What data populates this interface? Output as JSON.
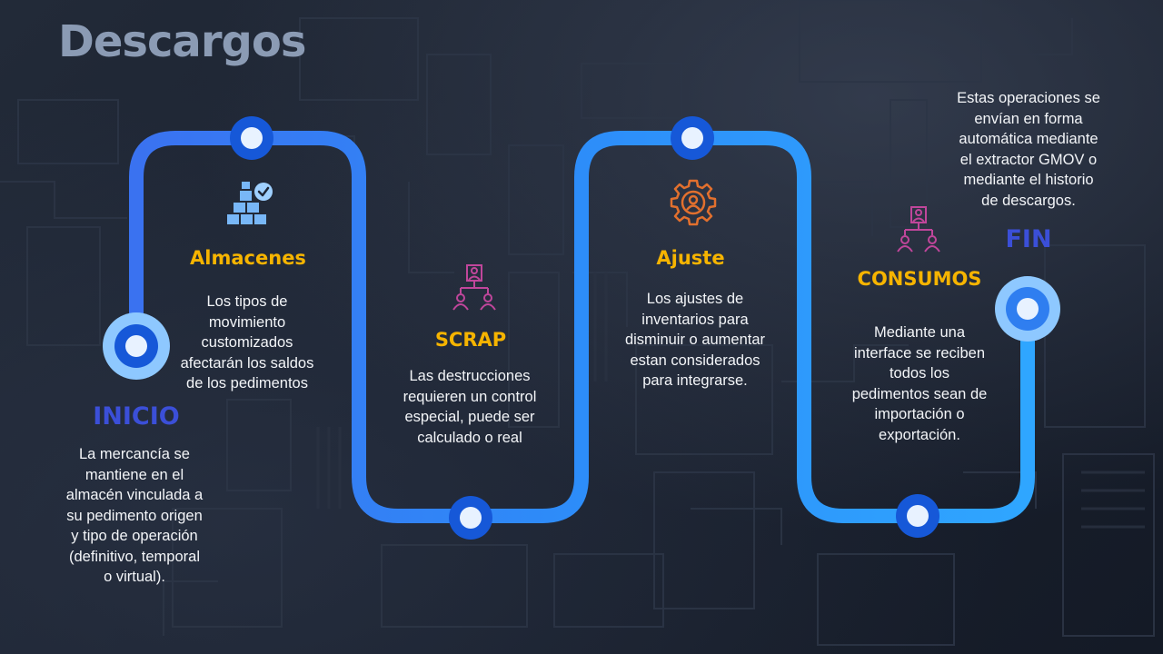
{
  "title": "Descargos",
  "colors": {
    "path": "#2f8cff",
    "node_dark": "#1658d8",
    "node_light": "#8ec8ff",
    "node_center": "#e8f2ff",
    "heading_yellow": "#f6b400",
    "heading_blue": "#3b4fd8",
    "title": "#8b9bb4"
  },
  "steps": {
    "inicio": {
      "title": "INICIO",
      "lines": [
        "La mercancía se",
        "mantiene en el",
        "almacén vinculada a",
        "su pedimento origen",
        "y tipo de operación",
        "(definitivo, temporal",
        "o virtual)."
      ]
    },
    "almacenes": {
      "title": "Almacenes",
      "icon": "boxes-check-icon",
      "lines": [
        "Los tipos de",
        "movimiento",
        "customizados",
        "afectarán los saldos",
        "de los pedimentos"
      ]
    },
    "scrap": {
      "title": "SCRAP",
      "icon": "hierarchy-people-icon",
      "lines": [
        "Las destrucciones",
        "requieren un control",
        "especial, puede ser",
        "calculado o real"
      ]
    },
    "ajuste": {
      "title": "Ajuste",
      "icon": "gear-user-icon",
      "lines": [
        "Los ajustes de",
        "inventarios para",
        "disminuir o aumentar",
        "estan considerados",
        "para integrarse."
      ]
    },
    "consumos": {
      "title": "CONSUMOS",
      "icon": "hierarchy-people-icon",
      "lines": [
        "Mediante una",
        "interface se reciben",
        "todos los",
        "pedimentos sean de",
        "importación o",
        "exportación."
      ]
    },
    "fin": {
      "title": "FIN",
      "lines": [
        "Estas operaciones se",
        "envían en forma",
        "automática mediante",
        "el extractor GMOV o",
        "mediante el historio",
        "de descargos."
      ]
    }
  }
}
